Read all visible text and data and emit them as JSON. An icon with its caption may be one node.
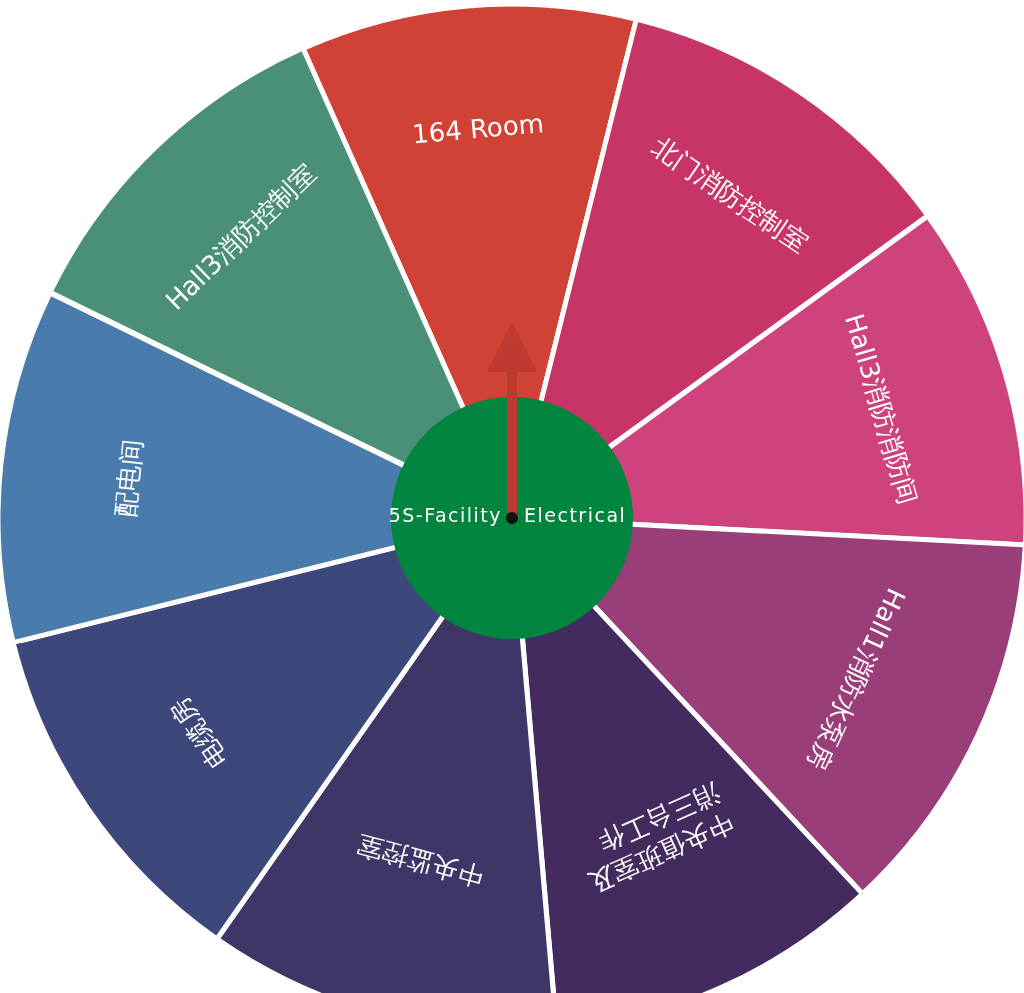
{
  "diagram": {
    "nodes": [
      {
        "text": [
          "164 Room"
        ]
      },
      {
        "text": [
          "北门消防控制室"
        ]
      },
      {
        "text": [
          "Hall3消防消防间"
        ]
      },
      {
        "text": [
          "Hall1消防水泵房"
        ]
      },
      {
        "text": [
          "中央值班室及消三台工作"
        ]
      },
      {
        "text": [
          "中央监控室"
        ]
      },
      {
        "text": [
          "电缆房"
        ]
      },
      {
        "text": [
          "配电间"
        ]
      },
      {
        "text": [
          "Hall3消防控制室"
        ]
      },
      {
        "text": [
          "5S-Facility",
          "Electrical"
        ]
      }
    ]
  }
}
